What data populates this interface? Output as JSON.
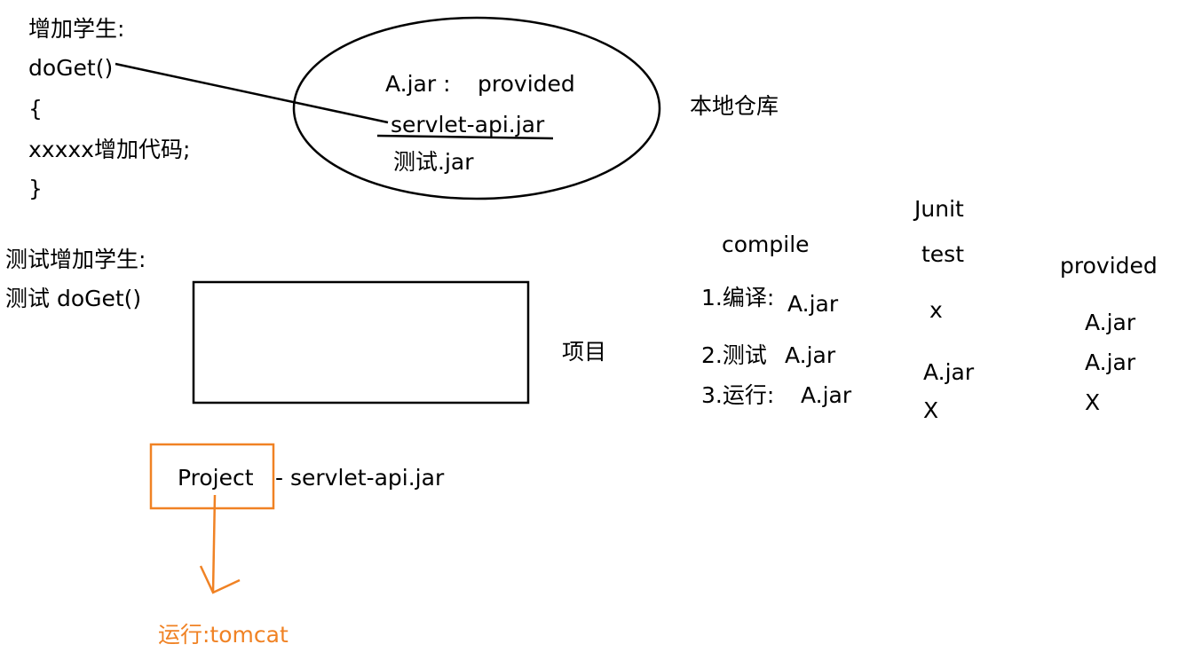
{
  "code_block": {
    "line1": "增加学生:",
    "line2": "doGet()",
    "line3": "{",
    "line4": "xxxxx增加代码;",
    "line5": "}"
  },
  "repository": {
    "jar_a": "A.jar :",
    "provided": "provided",
    "servlet_api": "servlet-api.jar",
    "test_jar": "测试.jar",
    "label": "本地仓库"
  },
  "test_block": {
    "line1": "测试增加学生:",
    "line2": "测试 doGet()"
  },
  "project_box_label": "项目",
  "project_flow": {
    "project": "Project",
    "dependency": "- servlet-api.jar",
    "run": "运行:tomcat"
  },
  "scopes": {
    "compile_header": "compile",
    "junit_header": "Junit",
    "test_header": "test",
    "provided_header": "provided",
    "rows": [
      {
        "label": "1.编译:",
        "compile": "A.jar",
        "test": "x",
        "provided": "A.jar"
      },
      {
        "label": "2.测试",
        "compile": "A.jar",
        "test": "A.jar",
        "provided": "A.jar"
      },
      {
        "label": "3.运行:",
        "compile": "A.jar",
        "test": "X",
        "provided": "X"
      }
    ]
  },
  "colors": {
    "ink": "#000000",
    "accent": "#f08224"
  }
}
